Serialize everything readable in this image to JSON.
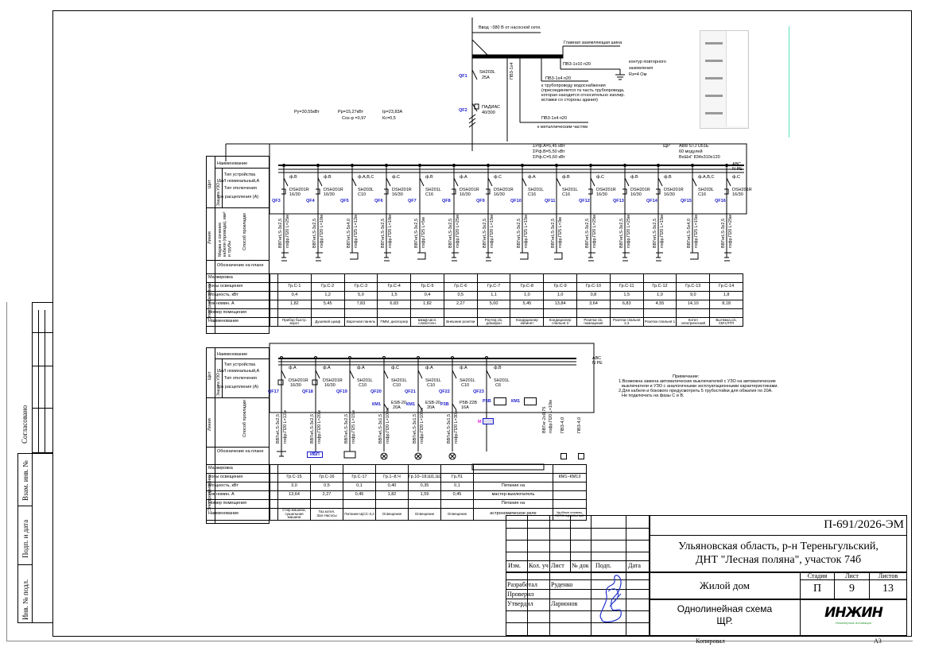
{
  "supply": {
    "input_label": "Ввод ~380 В от насосной сети.",
    "qf1": {
      "id": "QF1",
      "device": "SH203L",
      "rating": "25А"
    },
    "qf2": {
      "id": "QF2",
      "device": "ПАДИАС",
      "rating": "40/300"
    },
    "pe_cable": "ПВ3-1х4",
    "main_bus_label": "Главная заземляющая шина",
    "ground": {
      "cable": "ПВ3-1х10 п20",
      "line1": "контур повторного",
      "line2": "заземления",
      "rz": "Rз=4 Ом"
    },
    "pipe": {
      "cable": "ПВ3-1х4 п20",
      "line1": "к трубопроводу водоснабжения",
      "line2": "(присоединяется та часть трубопровода,",
      "line3": "которая находится относительно изолир.",
      "line4": "вставки со стороны здания)"
    },
    "metal": {
      "cable": "ПВ3-1х4 п20",
      "label": "к металлическим частям"
    }
  },
  "totals": {
    "py": "Ру=30,55кВт",
    "pp": "Рр=15,27кВт",
    "ip": "Iр=23,83А",
    "cos": "Cos φ =0,97",
    "kc": "Кс=0,5"
  },
  "panel": {
    "sum_a": "ΣРф.А=5,45 кВт",
    "sum_b": "ΣРф.B=5,50 кВт",
    "sum_c": "ΣРф.C=5,60 кВт",
    "name": "ЩР",
    "model": "ABB STJ U51E",
    "modules": "60 модулей",
    "size": "ВхШхГ 834х310х120",
    "bus_label": "АВС N PE"
  },
  "row_headers": {
    "shield": "Щит",
    "protection": "Защита УЗО",
    "name": "Наименование",
    "device_type": "Тип устройства",
    "idn": "IΔn/I номинальный,А",
    "trip_type": "Тип отключения",
    "trip_current": "Ток расцепления (А)",
    "line": "Линия",
    "cable": "Марка и сечение кабеля (провода), мм² и трубы",
    "laying": "Способ прокладки",
    "consumer": "Электроприемник",
    "plan_mark": "Обозначение на плане",
    "marking": "Маркировка",
    "zone": "Зоны освещения",
    "power": "Мощность, кВт",
    "current": "Ток номин. А",
    "room": "Номер помещения",
    "title": "Наименование"
  },
  "group1": [
    {
      "qf": "QF3",
      "phase": "ф.В",
      "dev": "DSH201R",
      "rate": "16/30",
      "cable": "ВВГнгLS-3х2,5",
      "lay": "гофр.П20 L=25м",
      "zone": "Гр.С-1",
      "p": "0,4",
      "i": "1,82",
      "name": "Прибор быстр. ворот"
    },
    {
      "qf": "QF4",
      "phase": "ф.В",
      "dev": "DSH201R",
      "rate": "16/30",
      "cable": "ВВГнгLS-3х2,5",
      "lay": "гофр.П20 L=10м",
      "zone": "Гр.С-2",
      "p": "1,2",
      "i": "5,45",
      "name": "Душевой щкаф"
    },
    {
      "qf": "QF5",
      "phase": "ф.А,В,С",
      "dev": "SH203L",
      "rate": "C10",
      "cable": "ВВГнгLS-5х4,0",
      "lay": "гофр.П25 L=12м",
      "zone": "Гр.С-3",
      "p": "5,0",
      "i": "7,83",
      "name": "Варочная панель"
    },
    {
      "qf": "QF6",
      "phase": "ф.С",
      "dev": "DSH201R",
      "rate": "16/30",
      "cable": "ВВГнгLS-3х2,5",
      "lay": "гофр.П20 L=18м",
      "zone": "Гр.С-4",
      "p": "1,5",
      "i": "6,83",
      "name": "ПММ, диспоузер"
    },
    {
      "qf": "QF7",
      "phase": "ф.В",
      "dev": "SH201L",
      "rate": "C16",
      "cable": "ВВГнгLS-3х2,5",
      "lay": "гофр.П25 L=5м",
      "zone": "Гр.С-5",
      "p": "0,4",
      "i": "1,82",
      "name": "Шкаф Шсл. слаботочн."
    },
    {
      "qf": "QF8",
      "phase": "ф.А",
      "dev": "DSH201R",
      "rate": "16/30",
      "cable": "ВВГнгLS-3х2,5",
      "lay": "гофр.П20 L=25м",
      "zone": "Гр.С-6",
      "p": "0,5",
      "i": "2,27",
      "name": "Внешние розетки"
    },
    {
      "qf": "QF9",
      "phase": "ф.С",
      "dev": "DSH201R",
      "rate": "16/30",
      "cable": "ВВГнгLS-3х2,5",
      "lay": "гофр.П20 L=15м",
      "zone": "Гр.С-7",
      "p": "1,1",
      "i": "5,00",
      "name": "Роутер,с/к, домофон"
    },
    {
      "qf": "QF10",
      "phase": "ф.А",
      "dev": "SH201L",
      "rate": "C16",
      "cable": "ВВГнгLS-3х2,5",
      "lay": "гофр.П25 L=15м",
      "zone": "Гр.С-8",
      "p": "1,0",
      "i": "5,45",
      "name": "Кондиционер кабинет"
    },
    {
      "qf": "QF11",
      "phase": "ф.В",
      "dev": "SH201L",
      "rate": "C16",
      "cable": "ВВГнгLS-3х2,5",
      "lay": "гофр.П25 L=3м",
      "zone": "Гр.С-9",
      "p": "1,0",
      "i": "13,84",
      "name": "Кондиционер спальня 3"
    },
    {
      "qf": "QF12",
      "phase": "ф.С",
      "dev": "DSH201R",
      "rate": "16/30",
      "cable": "ВВГнгLS-3х2,5",
      "lay": "гофр.П20 L=25м",
      "zone": "Гр.С-10",
      "p": "0,8",
      "i": "3,64",
      "name": "Розетки с/к, помещения"
    },
    {
      "qf": "QF13",
      "phase": "ф.В",
      "dev": "DSH201R",
      "rate": "16/30",
      "cable": "ВВГнгLS-3х2,5",
      "lay": "гофр.П20 L=25м",
      "zone": "Гр.С-11",
      "p": "1,5",
      "i": "6,83",
      "name": "Розетки спальня 2,3"
    },
    {
      "qf": "QF14",
      "phase": "ф.В",
      "dev": "DSH201R",
      "rate": "16/30",
      "cable": "ВВГнгLS-3х2,5",
      "lay": "гофр.П20 L=15м",
      "zone": "Гр.С-12",
      "p": "1,0",
      "i": "4,55",
      "name": "Розетки спальня 1"
    },
    {
      "qf": "QF15",
      "phase": "ф.А,В,С",
      "dev": "SH203L",
      "rate": "C16",
      "cable": "ВВГнгLS-5х4,0",
      "lay": "гофр.П25 L=15м",
      "zone": "Гр.С-13",
      "p": "9,0",
      "i": "14,10",
      "name": "Котел электрический"
    },
    {
      "qf": "QF16",
      "phase": "ф.С",
      "dev": "DSH201R",
      "rate": "16/30",
      "cable": "ВВГнгLS-3х2,5",
      "lay": "гофр.П20 L=25м",
      "zone": "Гр.С-14",
      "p": "1,8",
      "i": "8,18",
      "name": "Вытяжка,с/к, СВЧ,ПТП"
    }
  ],
  "group2": [
    {
      "qf": "QF17",
      "phase": "ф.А",
      "dev": "DSH201R",
      "rate": "16/30",
      "cable": "ВВГнгLS-3х2,5",
      "lay": "гофр.П20 L=12м",
      "zone": "Гр.С-15",
      "p": "3,0",
      "i": "13,64",
      "name": "Стир.машина, сушильная машина"
    },
    {
      "qf": "QF18",
      "phase": "ф.А",
      "dev": "DSH201R",
      "rate": "16/30",
      "cable": "ВВГнгLS-3х2,5",
      "lay": "гофр.П20 L=20м",
      "zone": "Гр.С-16",
      "p": "0,5",
      "i": "2,27",
      "name": "Газ.котел, Зал.Насосы",
      "mark": "ИБП"
    },
    {
      "qf": "QF19",
      "phase": "ф.А",
      "dev": "SH201L",
      "rate": "C10",
      "cable": "ВВГнгLS-3х2,5",
      "lay": "гофр.П25 L=15м",
      "zone": "Гр.С-17",
      "p": "0,1",
      "i": "0,45",
      "name": "Питание ЩСС-3,4"
    },
    {
      "qf": "QF20",
      "phase": "ф.С",
      "dev": "SH201L",
      "rate": "C10",
      "km": "КМ1",
      "kmdev": "ESB-20",
      "kmrate": "20А",
      "cable": "ВВГнгLS-3х1,5",
      "lay": "гофр.П20 L=100м",
      "zone": "Гр.1–8,Ч",
      "p": "0,40",
      "i": "1,82",
      "name": "Освещение"
    },
    {
      "qf": "QF21",
      "phase": "ф.А",
      "dev": "SH201L",
      "rate": "C10",
      "km": "КМ1",
      "kmdev": "ESB-20",
      "kmrate": "20А",
      "cable": "ВВГнгLS-3х1,5",
      "lay": "гофр.П20 L=100м",
      "zone": "Гр.10–18,Ш1,Ш2",
      "p": "0,35",
      "i": "1,59",
      "name": "Освещение"
    },
    {
      "qf": "QF22",
      "phase": "ф.А",
      "dev": "SH201L",
      "rate": "C10",
      "km": "Р3В",
      "kmdev": "Р5В-22В",
      "kmrate": "16А",
      "cable": "ВВГнгLS-3х1,5",
      "lay": "гофр.П20 L=30м",
      "zone": "Гр.Л1",
      "p": "0,1",
      "i": "0,45",
      "name": "Освещение"
    },
    {
      "qf": "QF23",
      "phase": "ф.В",
      "dev": "SH201L",
      "rate": "C6",
      "relay1": "Р3В",
      "relay2": "КМ1",
      "m": "М"
    }
  ],
  "group2_extra": {
    "master_line1": "Питание на",
    "master_line2": "мастер-выключатель",
    "astro_line1": "Питание на",
    "astro_line2": "астрономическое реле",
    "km_range": "КМ1–КМ13",
    "km_name": "Удобные клеммы, ПОТЕНЦИАЛЬНЫЕ",
    "km_cable": "ВВГнг-2х0,75",
    "km_lay": "гофр.П20 L=10м",
    "pe1": "ПВ3-4,0",
    "pe2": "ПВ3-4,0"
  },
  "notes": {
    "title": "Примечание:",
    "line1": "1.Возможна замена автоматических выключателей с УЗО на автоматические",
    "line2": "выключатели и УЗО с аналогичными эксплуатационными характеристиками.",
    "line3": "2.Для кабеля и бокового предусмотреть 5 трубостойки для обжатия по 20А.",
    "line4": "Не подключать на фазы С и В."
  },
  "side_stamp": {
    "agreed": "Согласовано",
    "inv_replace": "Взам. инв. №",
    "sign_date": "Подп. и дата",
    "inv_orig": "Инв. № подл."
  },
  "title_block": {
    "code": "П-691/2026-ЭМ",
    "address_line1": "Ульяновская область, р-н Тереньгульский,",
    "address_line2": "ДНТ \"Лесная поляна\", участок 74б",
    "object": "Жилой дом",
    "sheet_title_line1": "Однолинейная схема",
    "sheet_title_line2": "ЩР.",
    "stage_label": "Стадия",
    "sheet_label": "Лист",
    "sheets_label": "Листов",
    "stage": "П",
    "sheet": "9",
    "sheets": "13",
    "cols": [
      "Изм.",
      "Кол. уч",
      "Лист",
      "№ док",
      "Подп.",
      "Дата"
    ],
    "developed_label": "Разработал",
    "developed_name": "Руденко",
    "checked_label": "Проверил",
    "approved_label": "Утвердил",
    "approved_name": "Ларионов",
    "copied": "Копировал",
    "format": "А3",
    "logo": "ИНЖИН",
    "logo_sub": "Инженерные инновации"
  },
  "colors": {
    "accent_blue": "#1a1acc",
    "logo_green": "#2e9a3a",
    "signature": "#2233cc",
    "magenta": "#e020e0"
  }
}
